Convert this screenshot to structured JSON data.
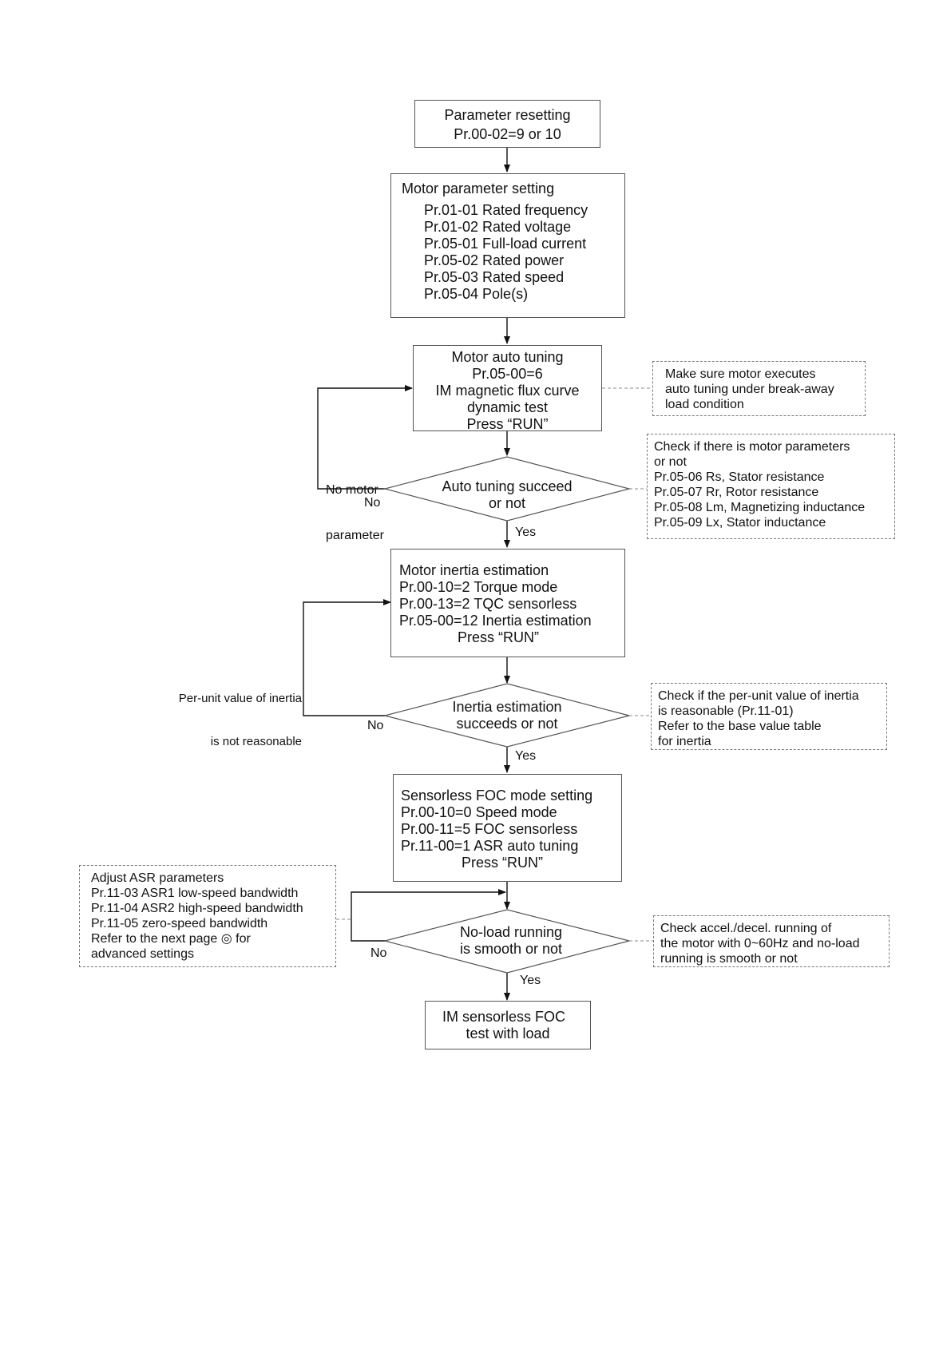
{
  "boxes": {
    "reset": [
      "Parameter resetting",
      "Pr.00-02=9 or 10"
    ],
    "motor_param_title": "Motor parameter setting",
    "motor_param_items": [
      "Pr.01-01 Rated frequency",
      "Pr.01-02 Rated voltage",
      "Pr.05-01 Full-load current",
      "Pr.05-02 Rated power",
      "Pr.05-03 Rated speed",
      "Pr.05-04 Pole(s)"
    ],
    "auto_tuning": [
      "Motor auto tuning",
      "Pr.05-00=6",
      "IM magnetic flux curve",
      "dynamic test",
      "Press “RUN”"
    ],
    "inertia_est": [
      "Motor inertia estimation",
      "Pr.00-10=2 Torque mode",
      "Pr.00-13=2 TQC sensorless",
      "Pr.05-00=12 Inertia estimation",
      "Press “RUN”"
    ],
    "foc_setting": [
      "Sensorless FOC mode setting",
      "Pr.00-10=0 Speed mode",
      "Pr.00-11=5 FOC sensorless",
      "Pr.11-00=1 ASR auto tuning",
      "Press “RUN”"
    ],
    "final": [
      "IM sensorless FOC",
      "test with load"
    ]
  },
  "decisions": {
    "auto_tuning": [
      "Auto tuning succeed",
      "or not"
    ],
    "inertia": [
      "Inertia estimation",
      "succeeds or not"
    ],
    "no_load": [
      "No-load running",
      "is smooth or not"
    ]
  },
  "notes": {
    "break_away": [
      "Make sure motor executes",
      "auto tuning under break-away",
      "load condition"
    ],
    "motor_params": [
      "Check if there is motor parameters",
      "or not",
      "Pr.05-06 Rs, Stator resistance",
      "Pr.05-07 Rr, Rotor resistance",
      "Pr.05-08 Lm, Magnetizing inductance",
      "Pr.05-09 Lx, Stator inductance"
    ],
    "inertia_check": [
      "Check if the per-unit value of inertia",
      "is reasonable (Pr.11-01)",
      "Refer to the base value table",
      "for inertia"
    ],
    "asr": [
      "Adjust ASR parameters",
      "Pr.11-03 ASR1 low-speed bandwidth",
      "Pr.11-04 ASR2 high-speed bandwidth",
      "Pr.11-05 zero-speed bandwidth",
      "Refer to the next page ◎ for",
      "advanced settings"
    ],
    "accel": [
      "Check accel./decel. running of",
      "the motor with 0~60Hz and no-load",
      "running is smooth or not"
    ]
  },
  "labels": {
    "no_motor_param": [
      "No motor",
      "parameter"
    ],
    "no1": "No",
    "yes1": "Yes",
    "per_unit": [
      "Per-unit value of inertia",
      "is not reasonable"
    ],
    "no2": "No",
    "yes2": "Yes",
    "no3": "No",
    "yes3": "Yes"
  }
}
